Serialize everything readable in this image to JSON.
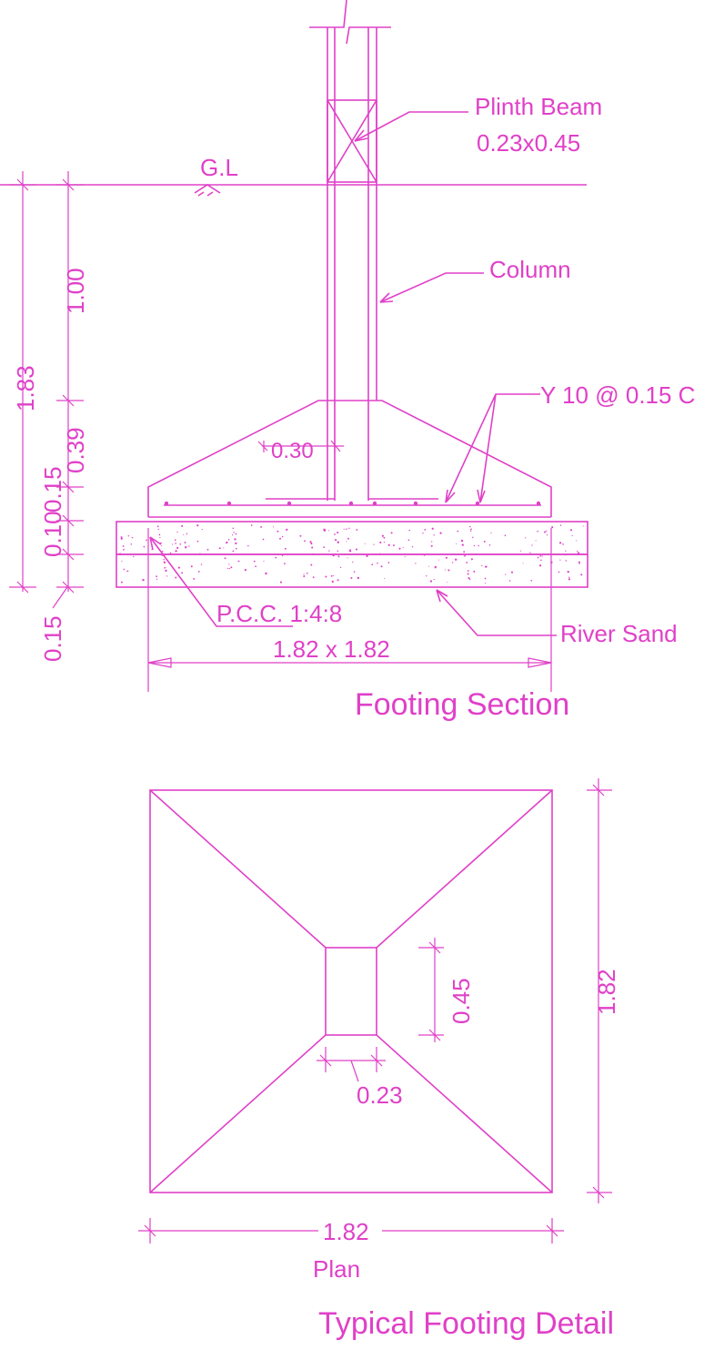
{
  "colors": {
    "drawing": "#e040c8",
    "background": "#ffffff"
  },
  "section": {
    "title": "Footing Section",
    "ground_level": "G.L",
    "plinth_beam_label": "Plinth Beam",
    "plinth_beam_size": "0.23x0.45",
    "column_label": "Column",
    "rebar_label": "Y 10 @ 0.15 C",
    "pcc_label": "P.C.C. 1:4:8",
    "footing_size": "1.82 x 1.82",
    "sand_label": "River Sand",
    "dims": {
      "total_depth": "1.83",
      "to_footing_top": "1.00",
      "slope_height": "0.39",
      "base_height": "0.15",
      "pcc_thickness": "0.10",
      "sand_thickness": "0.15",
      "offset": "0.30"
    }
  },
  "plan": {
    "title": "Plan",
    "width_dim": "1.82",
    "height_dim": "1.82",
    "column_length": "0.45",
    "column_width": "0.23"
  },
  "sheet_title": "Typical Footing Detail"
}
